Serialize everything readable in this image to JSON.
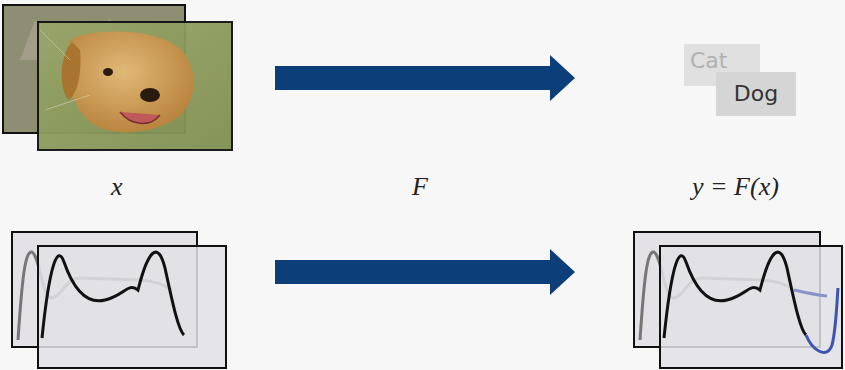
{
  "diagram": {
    "nodes": [
      {
        "text": [
          "Cat"
        ]
      },
      {
        "text": [
          "Dog"
        ]
      }
    ],
    "labels": [
      "x",
      "F",
      "y = F(x)"
    ]
  }
}
